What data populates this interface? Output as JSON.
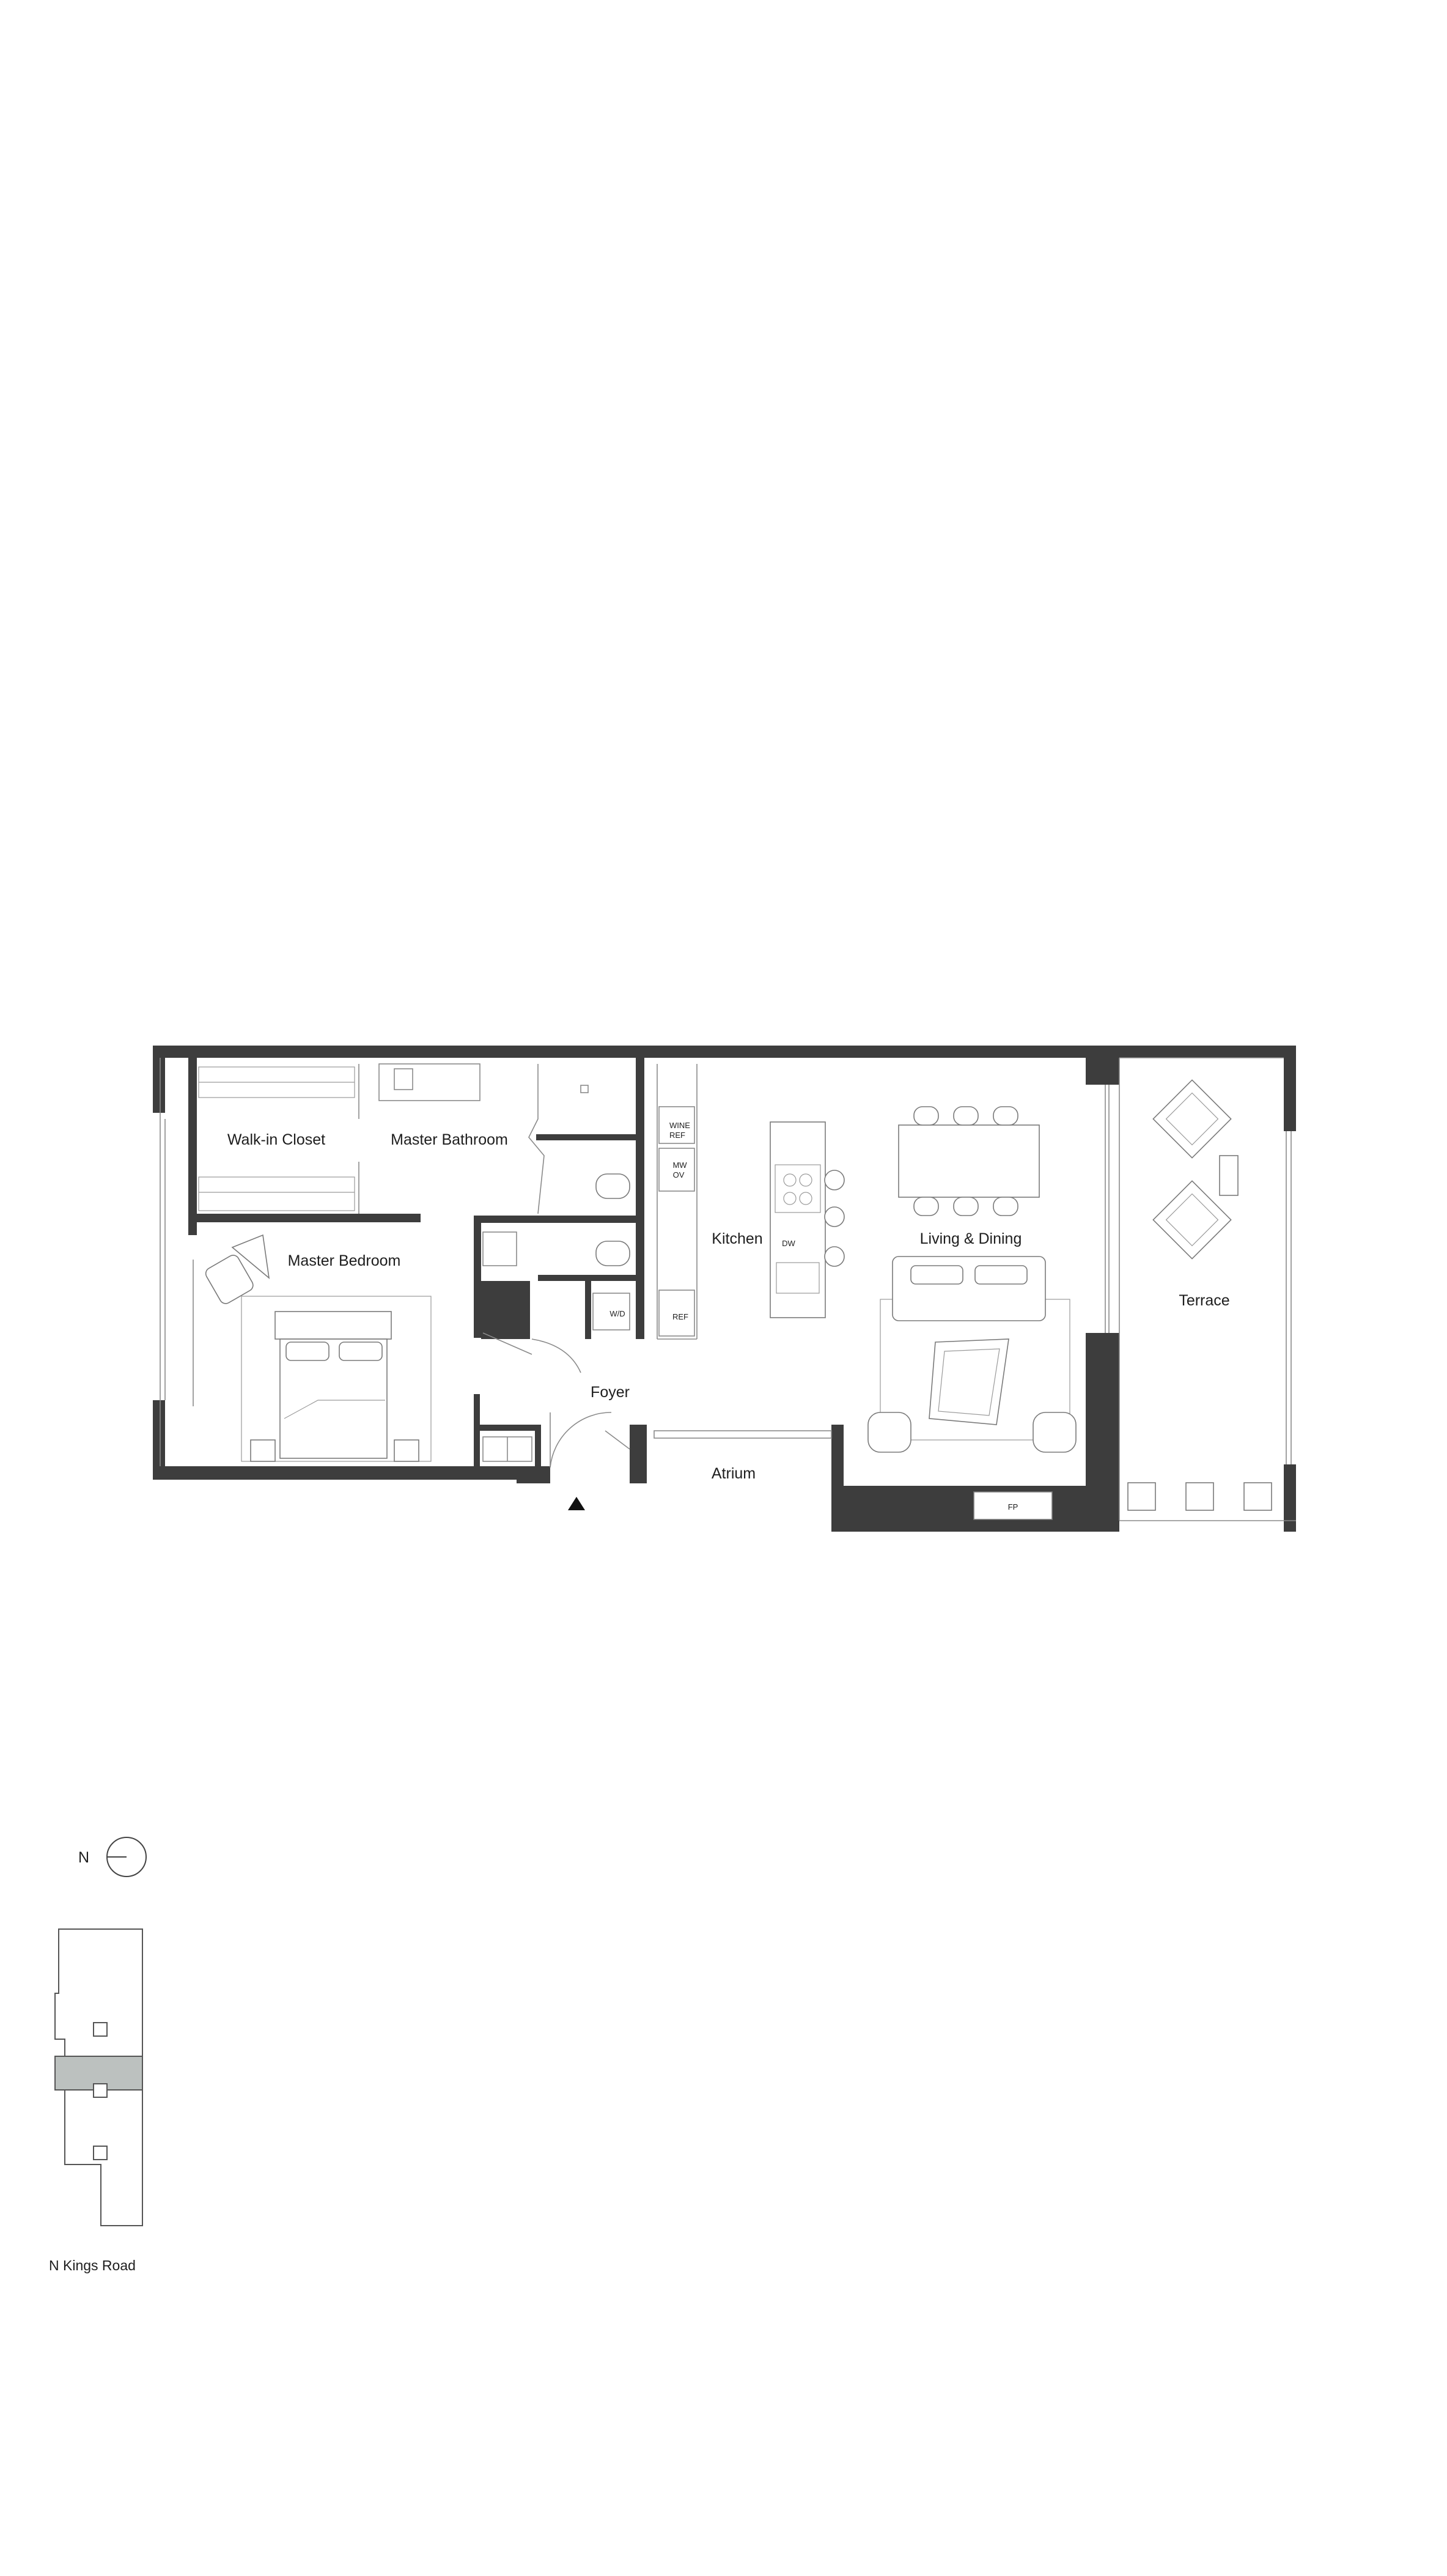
{
  "plan": {
    "rooms": {
      "walk_in_closet": "Walk-in Closet",
      "master_bathroom": "Master Bathroom",
      "master_bedroom": "Master Bedroom",
      "kitchen": "Kitchen",
      "living_dining": "Living & Dining",
      "terrace": "Terrace",
      "foyer": "Foyer",
      "atrium": "Atrium"
    },
    "appliances": {
      "wine_ref_line1": "WINE",
      "wine_ref_line2": "REF",
      "mw_ov_line1": "MW",
      "mw_ov_line2": "OV",
      "ref": "REF",
      "dw": "DW",
      "wd": "W/D",
      "fp": "FP"
    }
  },
  "key_plan": {
    "north_label": "N",
    "street_label": "N Kings Road",
    "highlight_color": "#bcc1bf"
  },
  "colors": {
    "wall": "#3d3d3d",
    "line": "#8a8a8a",
    "background": "#ffffff"
  }
}
